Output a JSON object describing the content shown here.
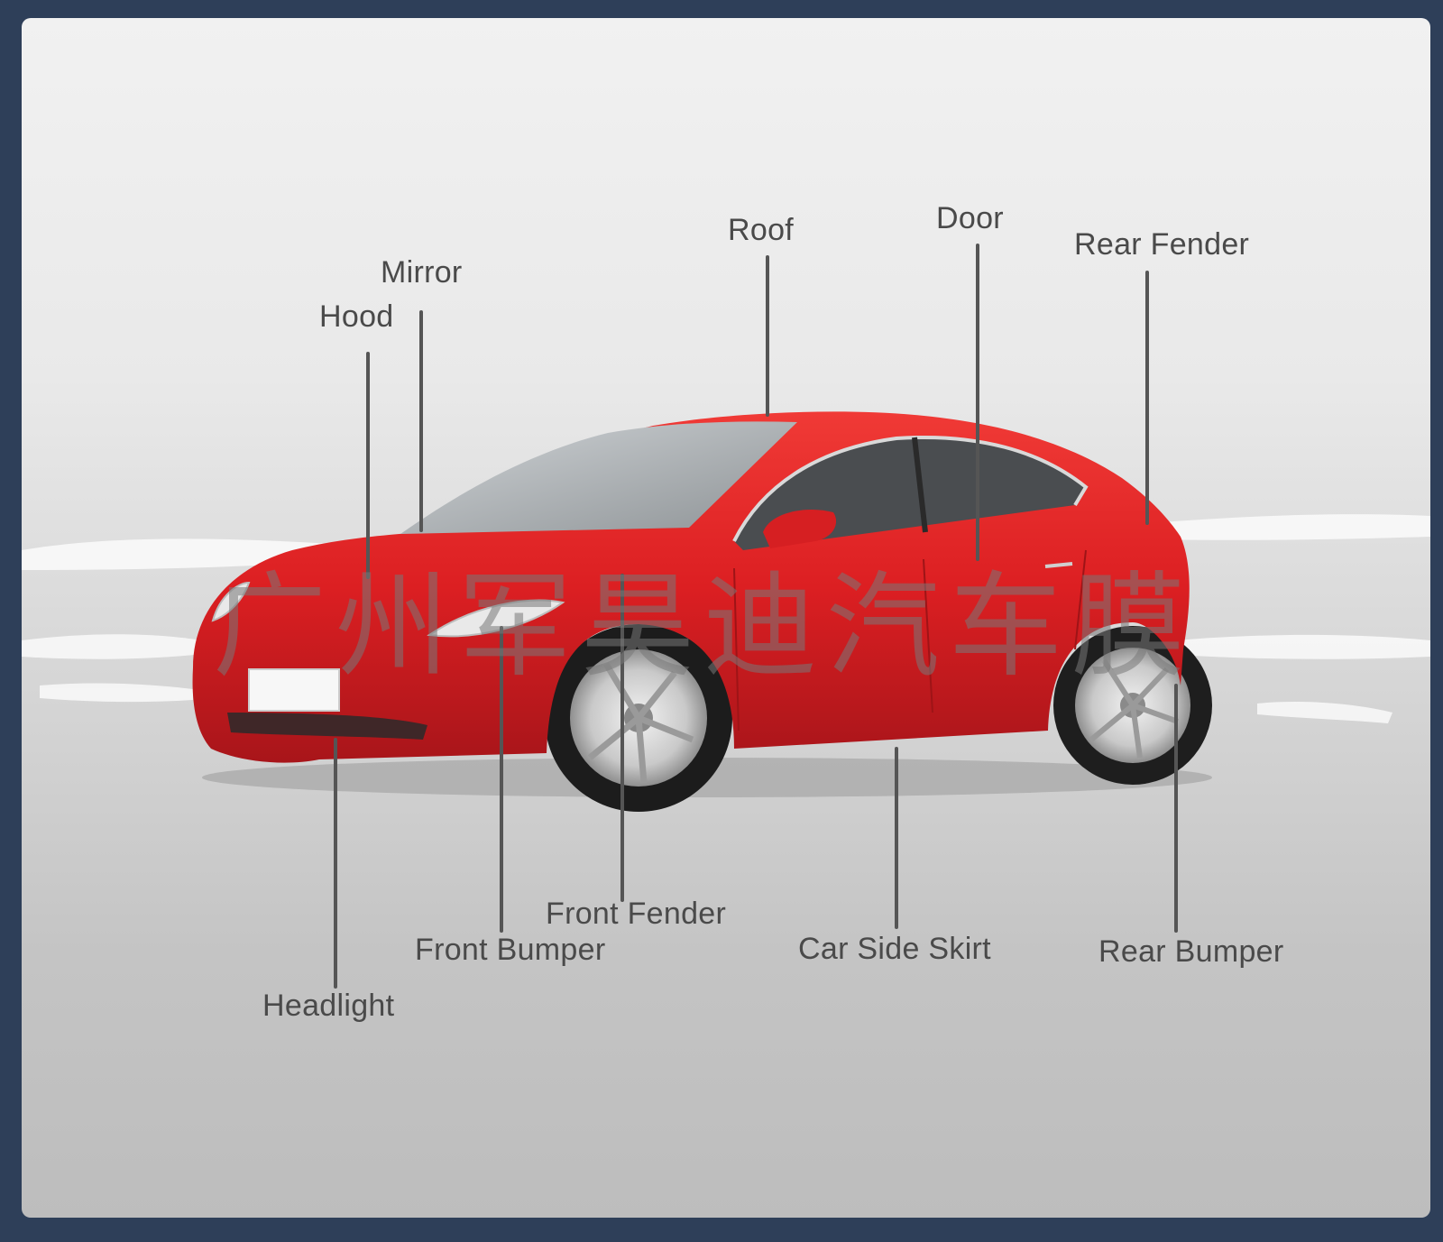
{
  "labels": {
    "roof": "Roof",
    "door": "Door",
    "rear_fender": "Rear Fender",
    "mirror": "Mirror",
    "hood": "Hood",
    "front_fender": "Front Fender",
    "front_bumper": "Front Bumper",
    "car_side_skirt": "Car Side Skirt",
    "rear_bumper": "Rear Bumper",
    "headlight": "Headlight"
  },
  "watermark": "广州军昊迪汽车膜",
  "colors": {
    "frame": "#2e3f59",
    "car_body": "#e02225",
    "label_text": "#4a4a4a",
    "leader_line": "#555555"
  }
}
